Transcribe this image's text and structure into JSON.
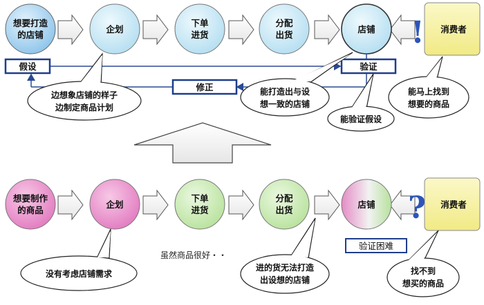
{
  "top": {
    "nodes": [
      {
        "lines": [
          "想要打造",
          "的店铺"
        ]
      },
      {
        "lines": [
          "企划"
        ]
      },
      {
        "lines": [
          "下单",
          "进货"
        ]
      },
      {
        "lines": [
          "分配",
          "出货"
        ]
      },
      {
        "lines": [
          "店铺"
        ]
      },
      {
        "lines": [
          "消费者"
        ]
      }
    ],
    "mark": "!",
    "box_hypothesis": "假设",
    "box_verify": "验证",
    "box_fix": "修正",
    "callouts": {
      "plan": [
        "边想象店铺的样子",
        "边制定商品计划"
      ],
      "store": [
        "能打造出与设",
        "想一致的店铺"
      ],
      "verify": [
        "能验证假设"
      ],
      "consumer": [
        "能马上找到",
        "想要的商品"
      ]
    }
  },
  "bottom": {
    "nodes": [
      {
        "lines": [
          "想要制作",
          "的商品"
        ]
      },
      {
        "lines": [
          "企划"
        ]
      },
      {
        "lines": [
          "下单",
          "进货"
        ]
      },
      {
        "lines": [
          "分配",
          "出货"
        ]
      },
      {
        "lines": [
          "店铺"
        ]
      },
      {
        "lines": [
          "消费者"
        ]
      }
    ],
    "mark": "?",
    "verify_hard": "验证困难",
    "note": "虽然商品很好・・",
    "callouts": {
      "plan": [
        "没有考虑店铺需求"
      ],
      "goods": [
        "进的货无法打造",
        "出设想的店铺"
      ],
      "consumer": [
        "找不到",
        "想买的商品"
      ]
    }
  },
  "colors": {
    "start_top": "#a9d2f0",
    "plan_top": "#c8e6f2",
    "order_top": "#c6e8f6",
    "dist_top": "#bfe4f3",
    "store_top": "#cdeaf6",
    "consumer": "#f6f2a6",
    "pink": "#e88ac9",
    "green": "#c9eab4",
    "box_border": "#1e3e8c",
    "line": "#2a4a94"
  }
}
